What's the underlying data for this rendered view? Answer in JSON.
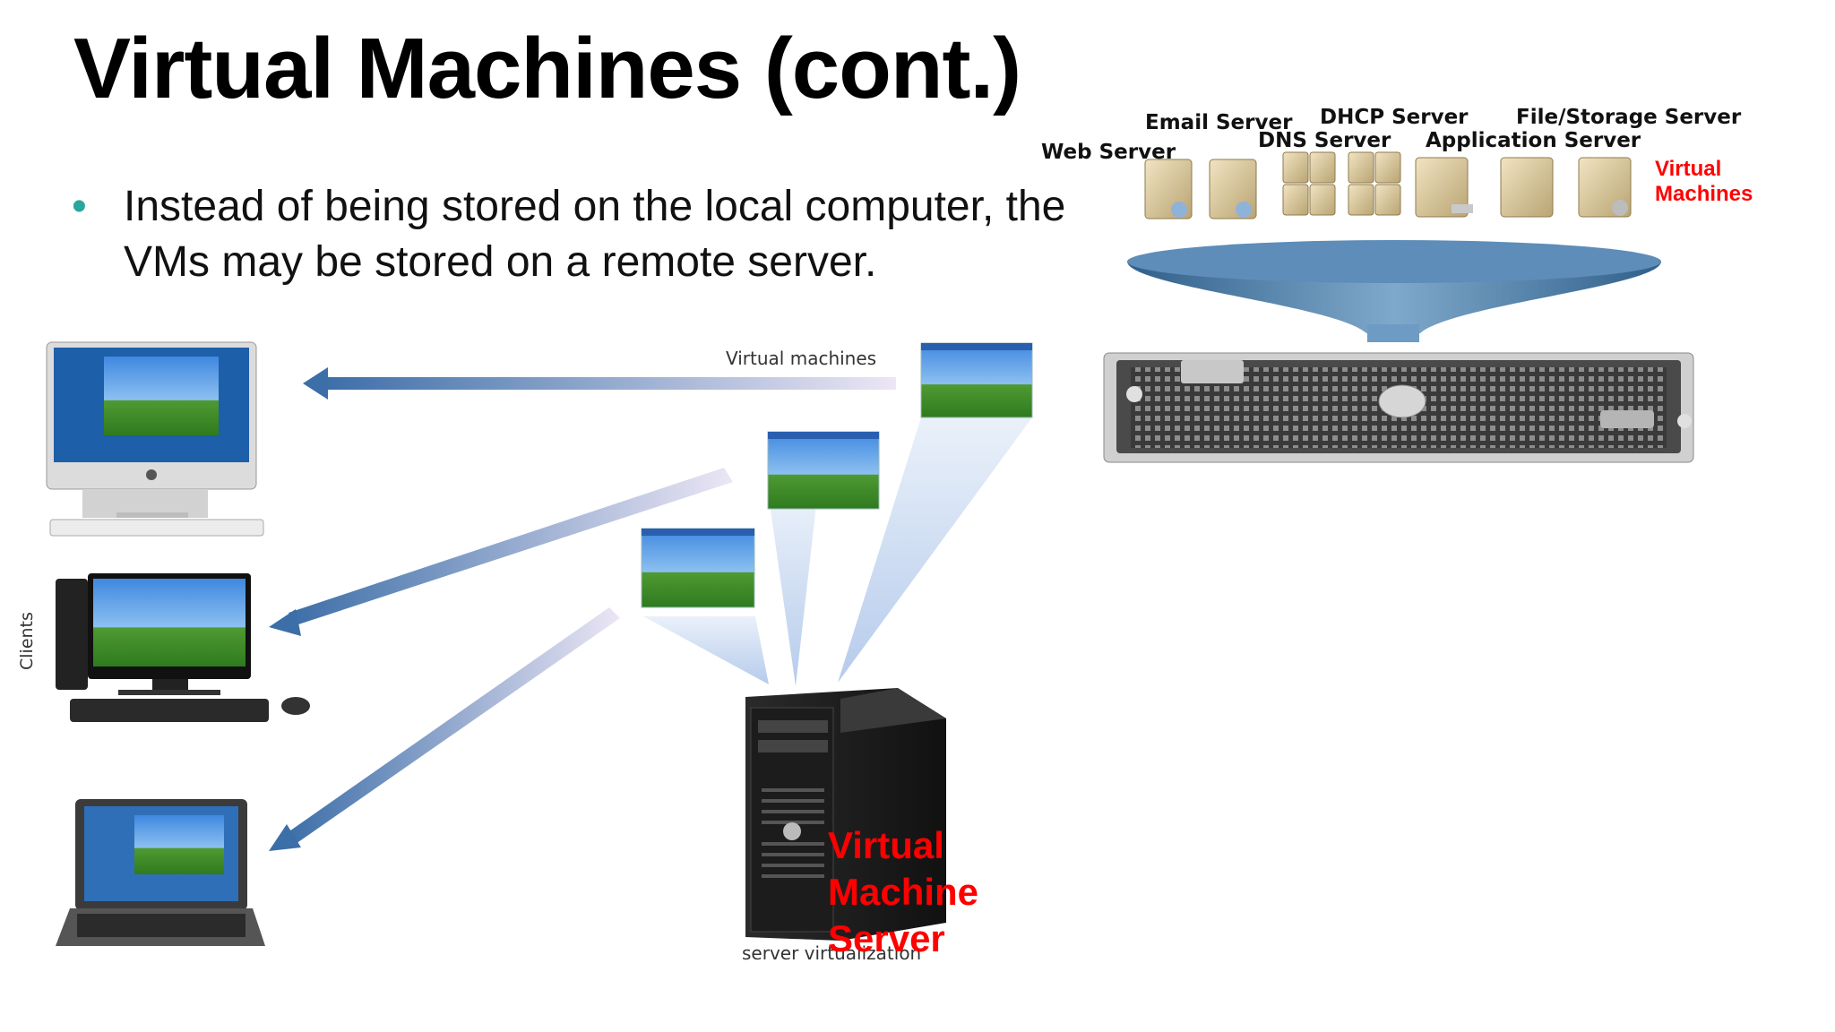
{
  "slide": {
    "title": "Virtual Machines (cont.)",
    "bullet": "Instead of being stored on the local computer, the VMs may be stored on a remote server."
  },
  "server_diagram": {
    "labels": {
      "email": "Email Server",
      "dhcp": "DHCP Server",
      "file": "File/Storage Server",
      "web": "Web Server",
      "dns": "DNS Server",
      "app": "Application Server"
    },
    "vm_label_line1": "Virtual",
    "vm_label_line2": "Machines"
  },
  "client_diagram": {
    "virtual_machines_caption": "Virtual machines",
    "clients_caption": "Clients",
    "server_virtualization_caption": "server virtualization",
    "vm_server_line1": "Virtual",
    "vm_server_line2": "Machine",
    "vm_server_line3": "Server"
  },
  "colors": {
    "bullet_dot": "#2aa79b",
    "highlight_red": "#ff0000",
    "funnel_blue": "#4d7fa8"
  }
}
